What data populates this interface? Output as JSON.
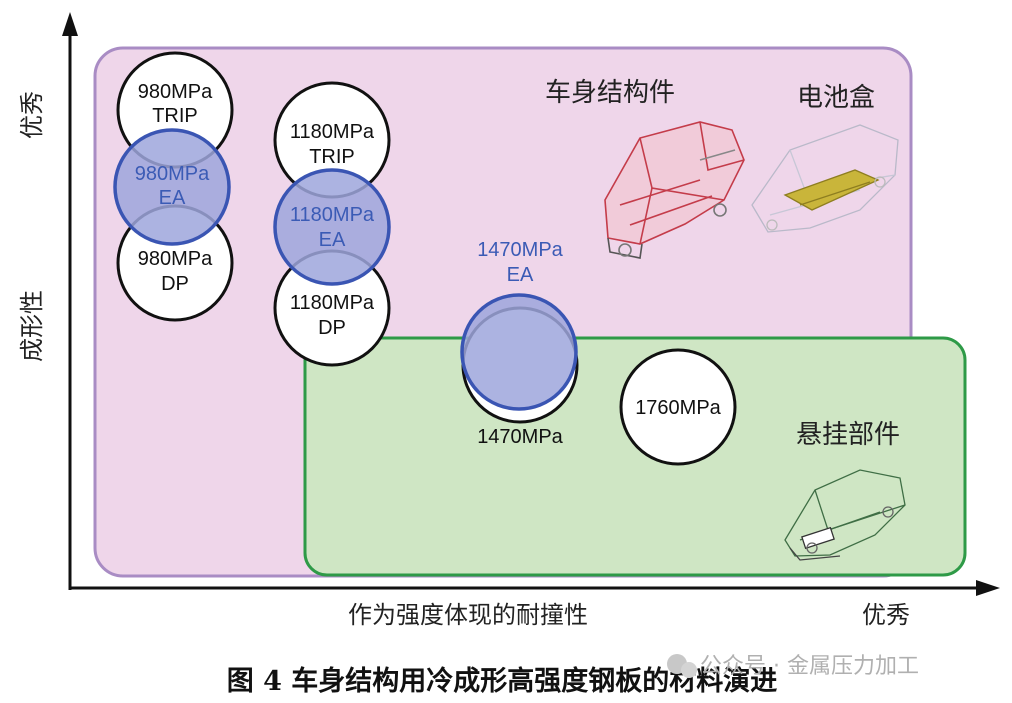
{
  "axes": {
    "y_top_label": "优秀",
    "y_mid_label": "成形性",
    "x_mid_label": "作为强度体现的耐撞性",
    "x_right_label": "优秀"
  },
  "regions": {
    "body": {
      "label": "车身结构件",
      "color": "#efd6ea",
      "border": "#a98cc4"
    },
    "battery": {
      "label": "电池盒"
    },
    "suspension": {
      "label": "悬挂部件",
      "color": "#cfe6c4",
      "border": "#2e9a47"
    }
  },
  "circles": {
    "c980trip": [
      "980MPa",
      "TRIP"
    ],
    "c980ea": [
      "980MPa",
      "EA"
    ],
    "c980dp": [
      "980MPa",
      "DP"
    ],
    "c1180trip": [
      "1180MPa",
      "TRIP"
    ],
    "c1180ea": [
      "1180MPa",
      "EA"
    ],
    "c1180dp": [
      "1180MPa",
      "DP"
    ],
    "c1470ea": [
      "1470MPa",
      "EA"
    ],
    "c1470": "1470MPa",
    "c1760": "1760MPa"
  },
  "colors": {
    "ea_fill": "#9ea6dc",
    "ea_stroke": "#3a55b3",
    "ea_text": "#3b5bb5",
    "black": "#111111"
  },
  "caption": "图 4  车身结构用冷成形高强度钢板的材料演进",
  "watermark": "公众号 · 金属压力加工"
}
